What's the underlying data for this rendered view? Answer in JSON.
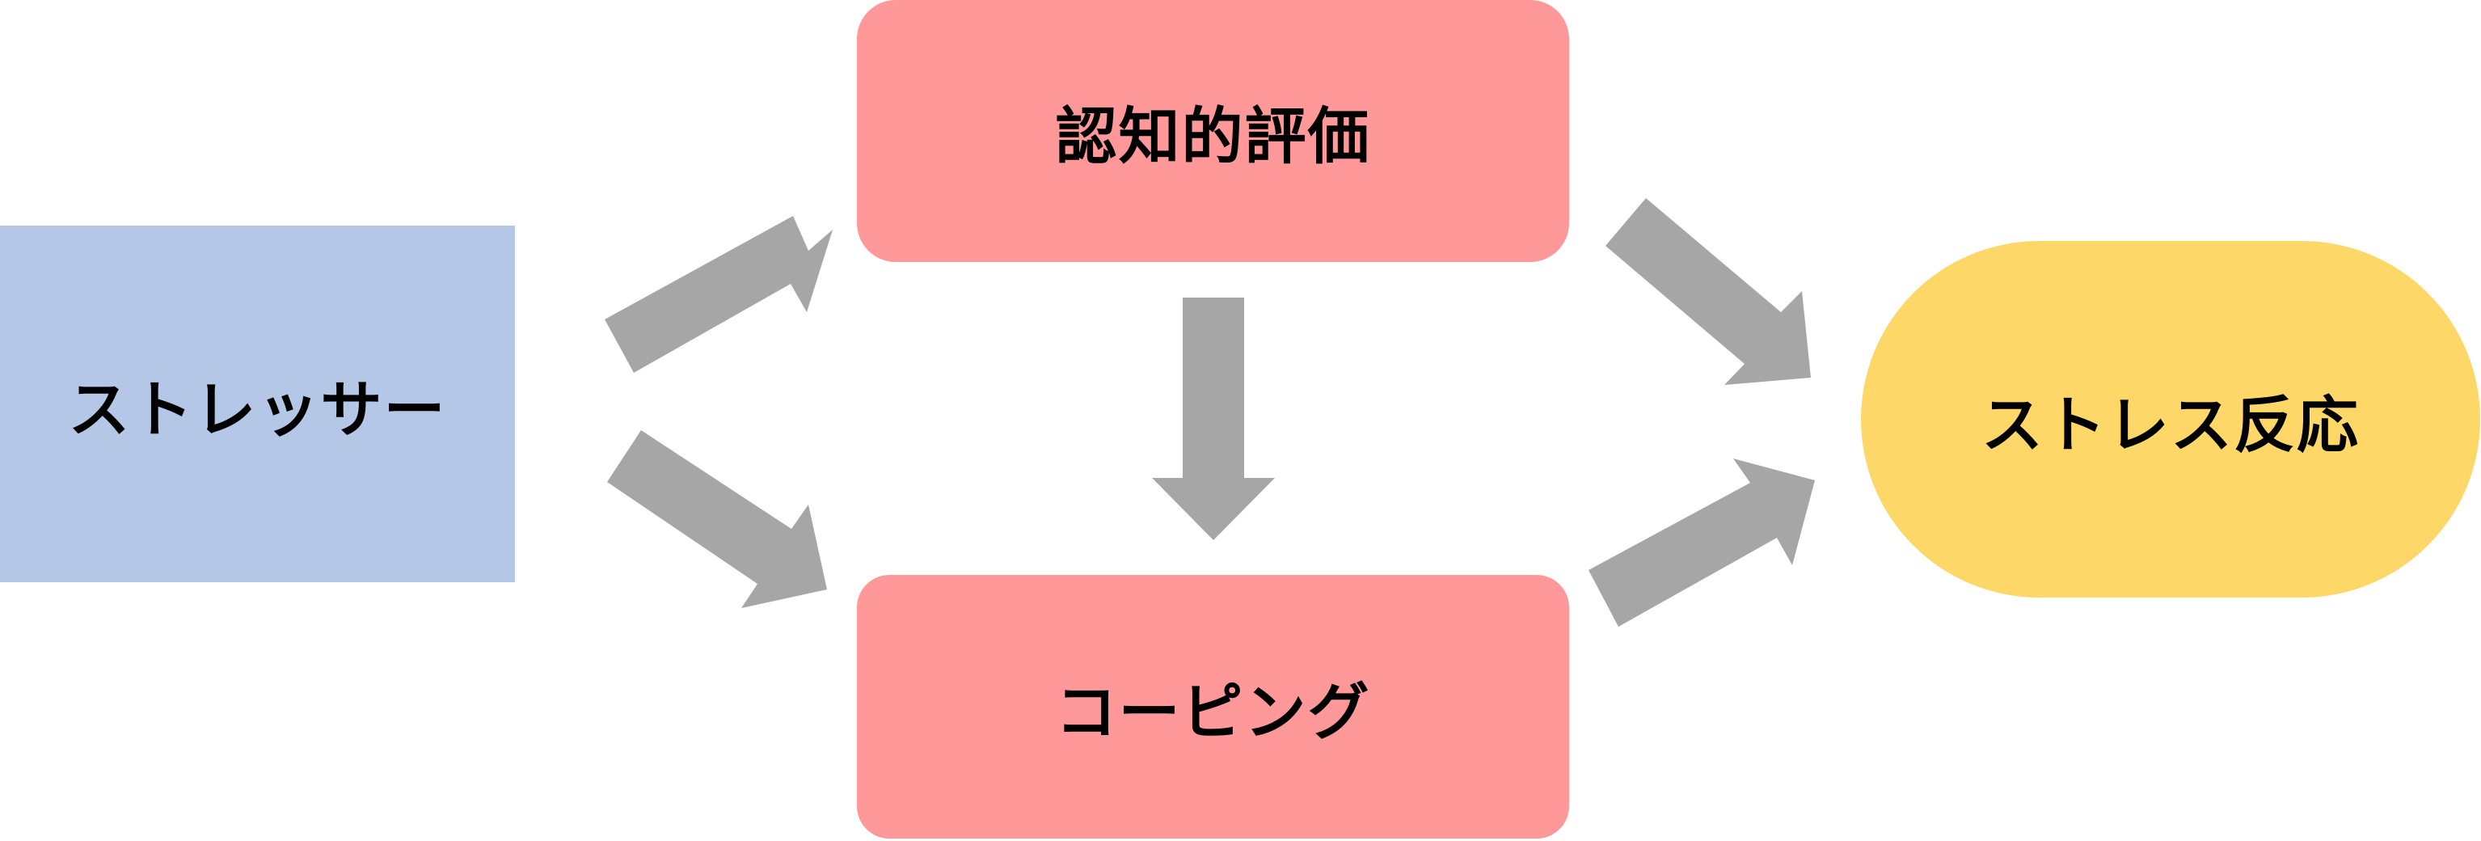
{
  "diagram": {
    "nodes": {
      "stressor": {
        "label": "ストレッサー",
        "color": "#b4c7e7"
      },
      "appraisal": {
        "label": "認知的評価",
        "color": "#ff9999"
      },
      "coping": {
        "label": "コーピング",
        "color": "#ff9999"
      },
      "response": {
        "label": "ストレス反応",
        "color": "#fdd868"
      }
    },
    "arrow_color": "#a6a6a6",
    "edges": [
      {
        "from": "stressor",
        "to": "appraisal"
      },
      {
        "from": "stressor",
        "to": "coping"
      },
      {
        "from": "appraisal",
        "to": "coping"
      },
      {
        "from": "appraisal",
        "to": "response"
      },
      {
        "from": "coping",
        "to": "response"
      }
    ]
  }
}
